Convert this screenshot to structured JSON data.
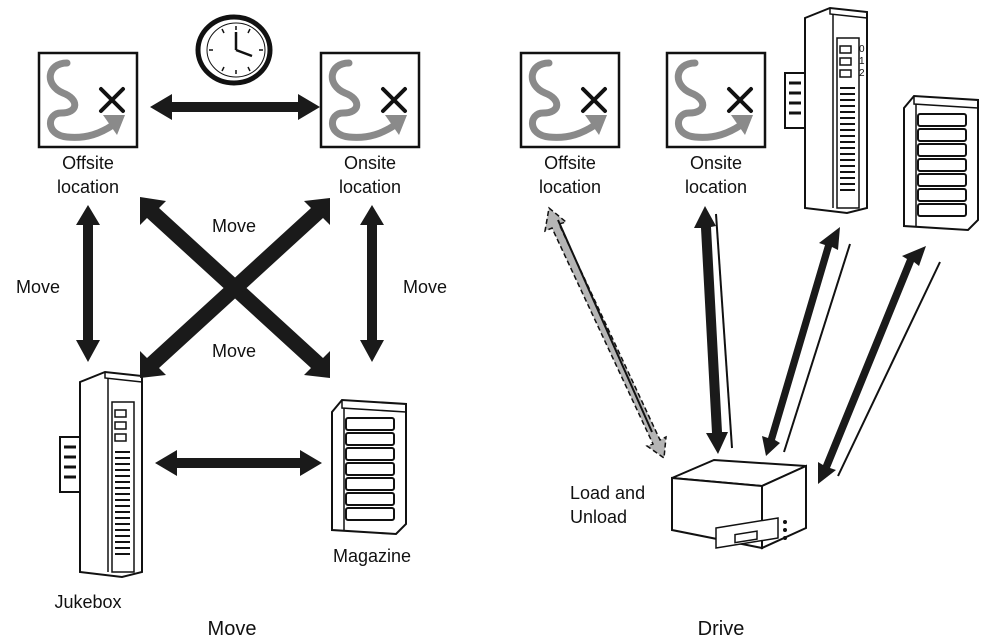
{
  "move_panel": {
    "caption": "Move",
    "offsite_label": [
      "Offsite",
      "location"
    ],
    "onsite_label": [
      "Onsite",
      "location"
    ],
    "jukebox_label": "Jukebox",
    "magazine_label": "Magazine",
    "edge_labels": {
      "left": "Move",
      "right": "Move",
      "cross_top": "Move",
      "cross_bottom": "Move"
    }
  },
  "drive_panel": {
    "caption": "Drive",
    "offsite_label": [
      "Offsite",
      "location"
    ],
    "onsite_label": [
      "Onsite",
      "location"
    ],
    "drive_label": [
      "Load and",
      "Unload"
    ],
    "slot_digits": [
      "0",
      "1",
      "2"
    ]
  },
  "icons": [
    "location-icon",
    "clock-icon",
    "jukebox-icon",
    "magazine-icon",
    "drive-icon",
    "double-arrow-icon"
  ],
  "colors": {
    "stroke": "#111111",
    "arrow_fill": "#1a1a1a",
    "location_swirl": "#8a8a8a",
    "dashed_arrow": "#b5b5b5",
    "background": "#ffffff"
  }
}
